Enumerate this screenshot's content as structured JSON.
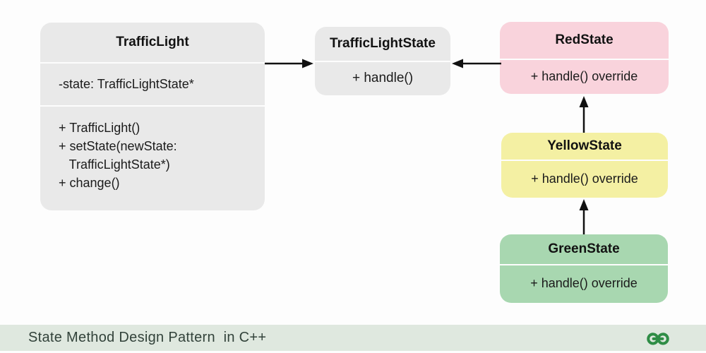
{
  "diagram": {
    "traffic_light": {
      "title": "TrafficLight",
      "attribute": "-state: TrafficLightState*",
      "methods": [
        "+ TrafficLight()",
        "+ setState(newState:",
        "   TrafficLightState*)",
        "+ change()"
      ]
    },
    "traffic_light_state": {
      "title": "TrafficLightState",
      "method": "+ handle()"
    },
    "red_state": {
      "title": "RedState",
      "method": "+ handle() override"
    },
    "yellow_state": {
      "title": "YellowState",
      "method": "+ handle() override"
    },
    "green_state": {
      "title": "GreenState",
      "method": "+ handle() override"
    }
  },
  "footer": {
    "caption": "State Method Design Pattern  in C++",
    "logo": "geeksforgeeks-logo"
  },
  "colors": {
    "box_gray": "#e9e9e9",
    "box_pink": "#f9d3dc",
    "box_yellow": "#f4f0a3",
    "box_green": "#a8d7b0",
    "footer_bar": "#dfe8df",
    "footer_text": "#32423a",
    "logo_green": "#2f8d46",
    "arrow": "#111111"
  }
}
